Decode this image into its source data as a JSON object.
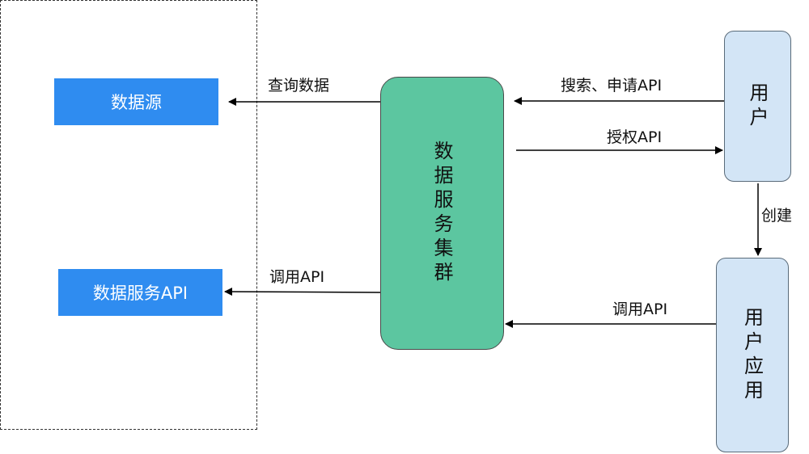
{
  "nodes": {
    "data_source": "数据源",
    "data_service_api": "数据服务API",
    "cluster": "数据服务集群",
    "user": "用户",
    "user_app": "用户应用"
  },
  "edges": {
    "query_data": "查询数据",
    "call_api_left": "调用API",
    "search_apply": "搜索、申请API",
    "authorize": "授权API",
    "create": "创建",
    "call_api_right": "调用API"
  }
}
